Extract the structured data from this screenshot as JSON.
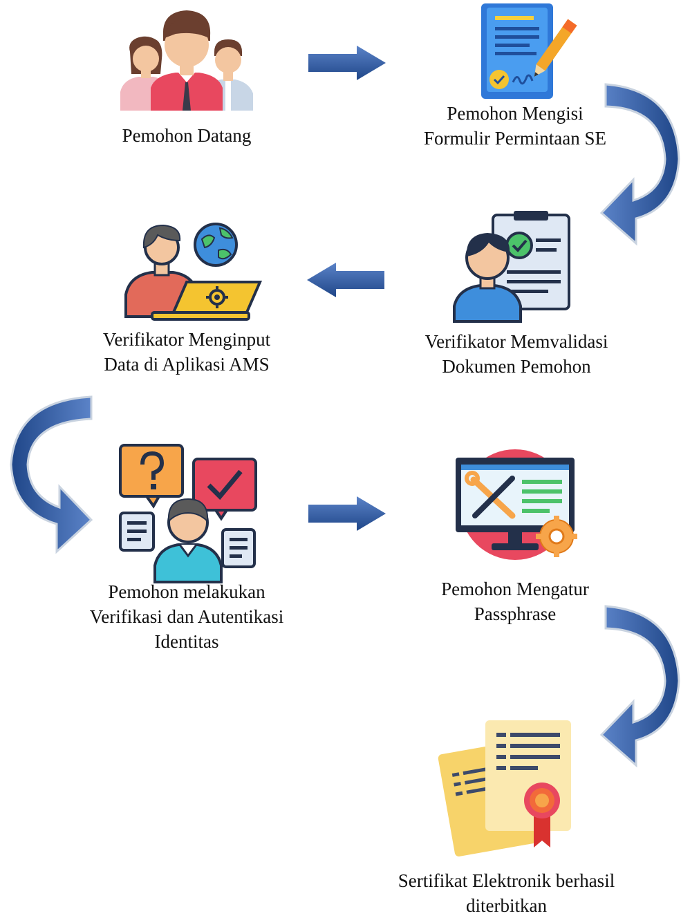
{
  "steps": [
    {
      "lines": [
        "Pemohon Datang"
      ]
    },
    {
      "lines": [
        "Pemohon Mengisi",
        "Formulir Permintaan SE"
      ]
    },
    {
      "lines": [
        "Verifikator Memvalidasi",
        "Dokumen Pemohon"
      ]
    },
    {
      "lines": [
        "Verifikator Menginput",
        "Data di Aplikasi AMS"
      ]
    },
    {
      "lines": [
        "Pemohon melakukan",
        "Verifikasi dan Autentikasi",
        "Identitas"
      ]
    },
    {
      "lines": [
        "Pemohon Mengatur",
        "Passphrase"
      ]
    },
    {
      "lines": [
        "Sertifikat Elektronik berhasil",
        "diterbitkan"
      ]
    }
  ],
  "icons": {
    "step1": "people-group-icon",
    "step2": "form-signing-icon",
    "step3": "document-validation-icon",
    "step4": "data-input-laptop-icon",
    "step5": "identity-verification-icon",
    "step6": "settings-monitor-icon",
    "step7": "certificate-icon"
  },
  "colors": {
    "arrow": "#2f5597",
    "arrow_light": "#5b83c8",
    "text": "#111111"
  }
}
